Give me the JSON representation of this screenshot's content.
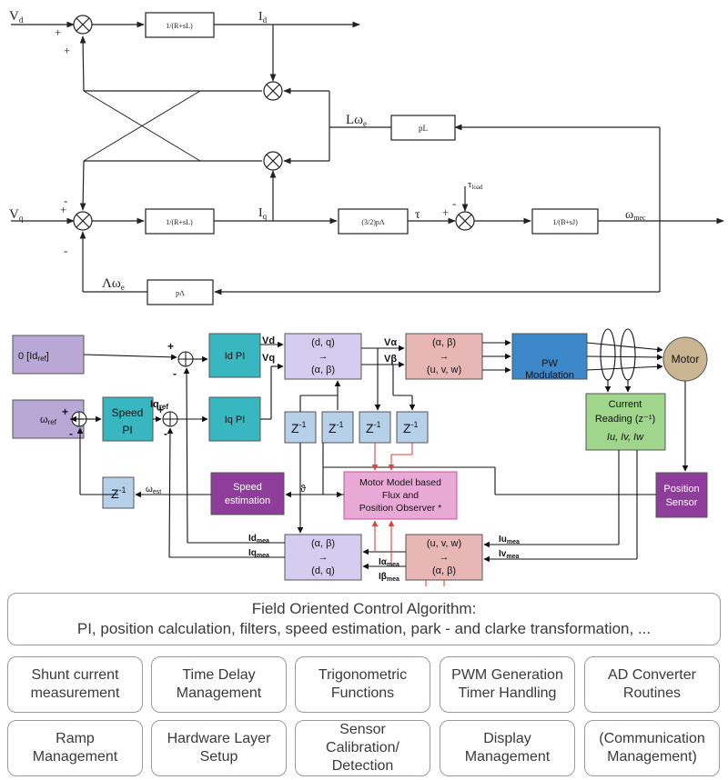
{
  "top_diagram": {
    "inputs": {
      "vd": "V",
      "vd_sub": "d",
      "vq": "V",
      "vq_sub": "q"
    },
    "blocks": {
      "d_axis": "1/(R+sL)",
      "q_axis": "1/(R+sL)",
      "pl": "pL",
      "torque": "(3/2)pΛ",
      "mech": "1/(B+sJ)",
      "plambda": "pΛ"
    },
    "signals": {
      "id": "I",
      "id_sub": "d",
      "iq": "I",
      "iq_sub": "q",
      "lwe": "Lω",
      "lwe_sub": "e",
      "tau": "τ",
      "tload": "τ",
      "tload_sub": "load",
      "wmec": "ω",
      "wmec_sub": "mec",
      "lambda_we": "Λω",
      "lambda_we_sub": "e"
    },
    "signs": {
      "plus": "+",
      "minus": "-"
    }
  },
  "block_diagram": {
    "id_ref": {
      "prefix": "0 [Id",
      "sub": "ref",
      "suffix": "]"
    },
    "omega_ref": {
      "main": "ω",
      "sub": "ref"
    },
    "id_pi": "Id PI",
    "iq_pi": "Iq PI",
    "speed_pi": [
      "Speed",
      "PI"
    ],
    "iq_ref": {
      "main": "Iq",
      "sub": "ref"
    },
    "vd": "Vd",
    "vq": "Vq",
    "park_inv": [
      "(d, q)",
      "→",
      "(α, β)"
    ],
    "valpha": "Vα",
    "vbeta": "Vβ",
    "clarke_inv": [
      "(α, β)",
      "→",
      "(u, v, w)"
    ],
    "pwm": [
      "PW",
      "Modulation"
    ],
    "motor": "Motor",
    "current_reading": [
      "Current",
      "Reading (z⁻¹)",
      "Iu, Iv, Iw"
    ],
    "position_sensor": [
      "Position",
      "Sensor"
    ],
    "z_inv": {
      "main": "Z",
      "sup": "-1"
    },
    "observer": [
      "Motor Model based",
      "Flux and",
      "Position Observer *"
    ],
    "theta": "ϑ",
    "speed_est": [
      "Speed",
      "estimation"
    ],
    "omega_est": {
      "main": "ω",
      "sub": "est"
    },
    "park": [
      "(α, β)",
      "→",
      "(d, q)"
    ],
    "clarke": [
      "(u, v, w)",
      "→",
      "(α, β)"
    ],
    "id_mea": {
      "main": "Id",
      "sub": "mea"
    },
    "iq_mea": {
      "main": "Iq",
      "sub": "mea"
    },
    "ialpha_mea": {
      "main": "Iα",
      "sub": "mea"
    },
    "ibeta_mea": {
      "main": "Iβ",
      "sub": "mea"
    },
    "iu_mea": {
      "main": "Iu",
      "sub": "mea"
    },
    "iv_mea": {
      "main": "Iv",
      "sub": "mea"
    },
    "colors": {
      "ref_purple": "#b9a7d6",
      "pi_teal": "#38b7c0",
      "transform_lavender": "#d4cdf0",
      "clarke_pink": "#e8b7b5",
      "pwm_blue": "#3c88c9",
      "motor_tan": "#c9b591",
      "current_green": "#9fd68b",
      "sensor_purple": "#8e3d9a",
      "observer_pink": "#e8a9d7",
      "z_blue": "#b7d0ea",
      "observer_link_red": "#e0423f"
    }
  },
  "software": {
    "foc_title": "Field Oriented Control Algorithm:",
    "foc_desc": "PI, position calculation, filters, speed estimation, park - and clarke transformation, ...",
    "modules_row1": [
      "Shunt current\nmeasurement",
      "Time Delay\nManagement",
      "Trigonometric\nFunctions",
      "PWM Generation\nTimer Handling",
      "AD Converter\nRoutines"
    ],
    "modules_row2": [
      "Ramp\nManagement",
      "Hardware Layer\nSetup",
      "Sensor\nCalibration/\nDetection",
      "Display\nManagement",
      "(Communication\nManagement)"
    ]
  }
}
